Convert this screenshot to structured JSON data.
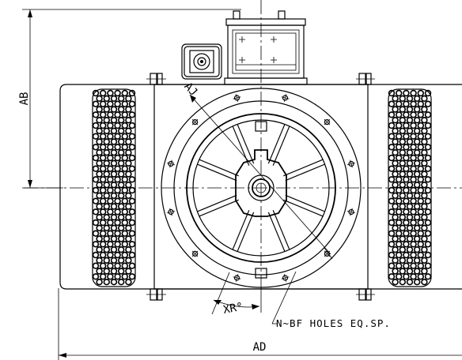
{
  "labels": {
    "ab": "AB",
    "aj": "AJ",
    "ad": "AD",
    "xr": "XR°",
    "holes_note": "N~BF HOLES EQ.SP."
  }
}
